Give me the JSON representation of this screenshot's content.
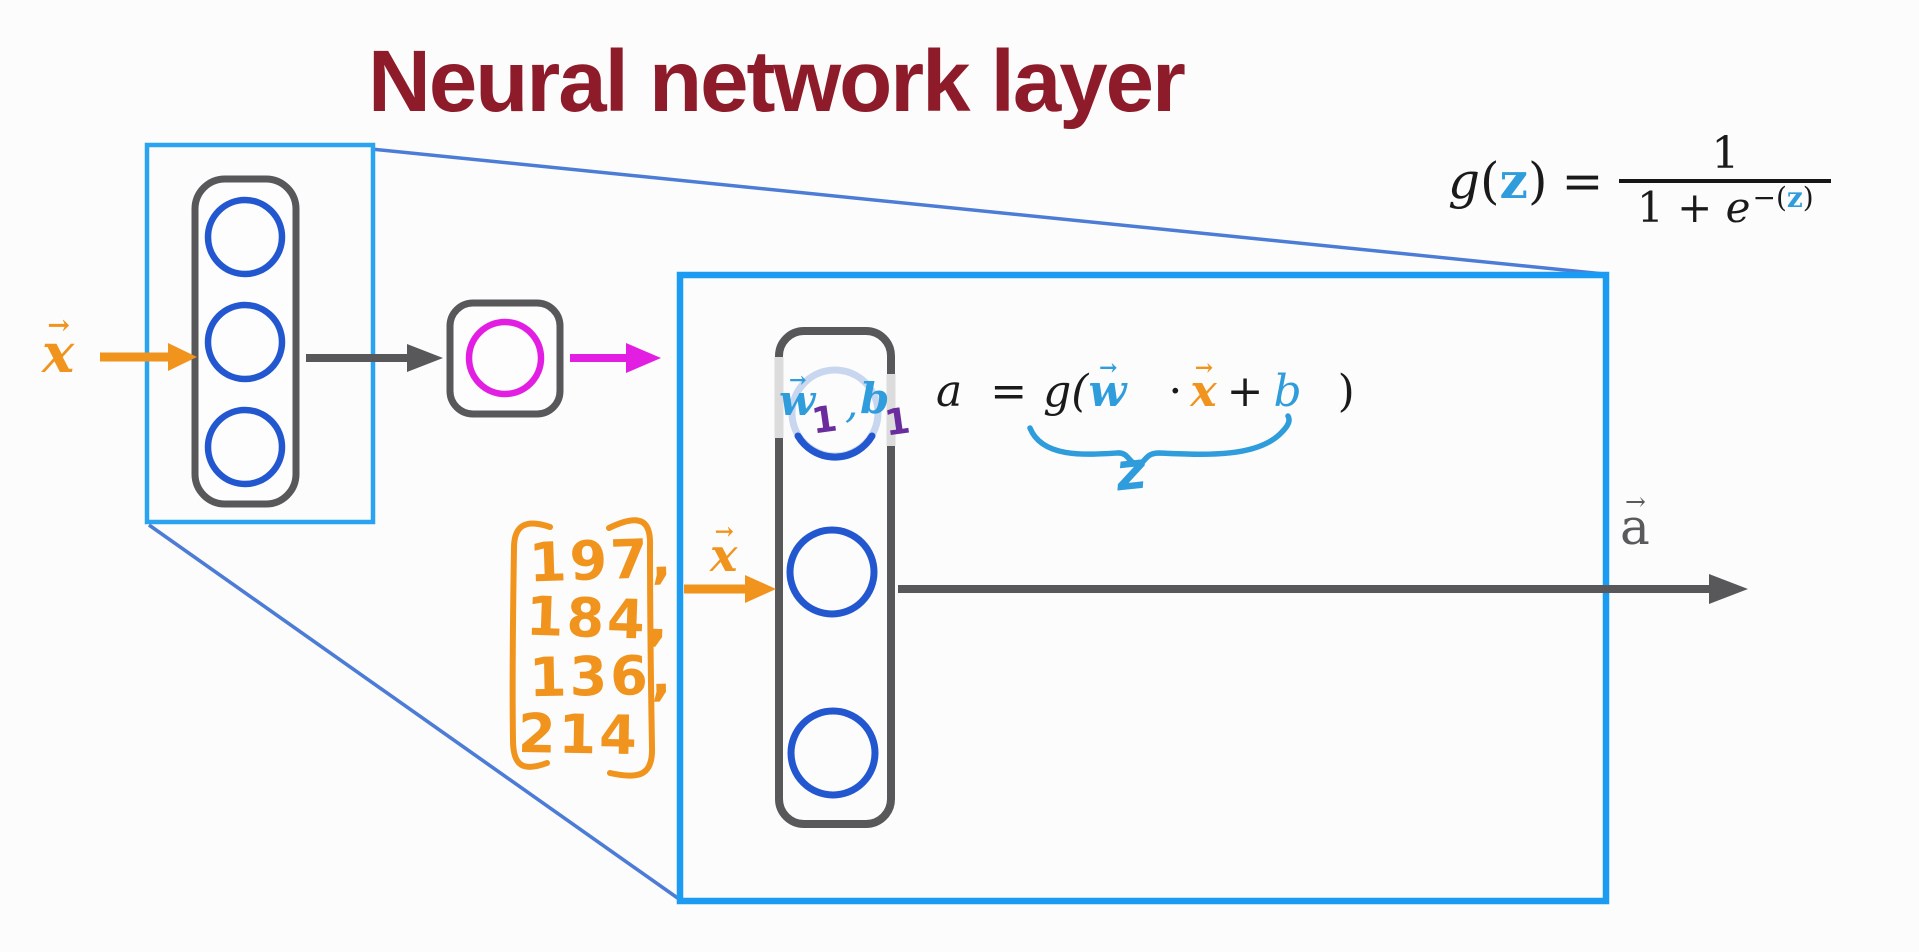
{
  "title": "Neural network layer",
  "colors": {
    "title_red": "#8E1B2A",
    "box_blue": "#1E9DF2",
    "connector_blue": "#4C7CD6",
    "neuron_blue": "#2257CF",
    "faded_neuron_blue": "#C9D6F0",
    "gray": "#58585A",
    "magenta": "#E31EE3",
    "orange": "#F0941E",
    "light_blue": "#2F9CDB",
    "purple": "#6A2D9E"
  },
  "sigmoid_formula": {
    "g": "g",
    "open": "(",
    "z": "z",
    "close": ")",
    "eq": "=",
    "numerator": "1",
    "denominator_one_plus": "1 + ",
    "denominator_e": "e",
    "exponent_open": "−(",
    "exponent_z": "z",
    "exponent_close": ")"
  },
  "vectors": {
    "arrow": "→",
    "input_label": "x",
    "output_label": "a"
  },
  "neuron_formula": {
    "a": "a",
    "eq": "=",
    "g_open": "g(",
    "w": "w",
    "dot": "·",
    "x": "x",
    "plus": "+",
    "b": "b",
    "close": ")"
  },
  "weights_label": {
    "w": "w",
    "w_subscript": "1",
    "comma": ",",
    "b": "b",
    "b_subscript": "1"
  },
  "z_annotation": "z",
  "input_matrix": {
    "values": [
      "197,",
      "184,",
      "136,",
      "214"
    ]
  }
}
